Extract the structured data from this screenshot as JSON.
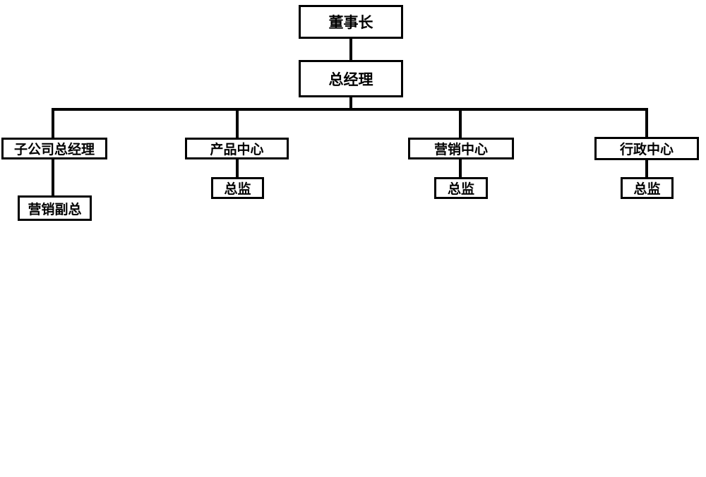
{
  "org": {
    "nodes": {
      "chairman": {
        "label": "董事长"
      },
      "general_manager": {
        "label": "总经理"
      },
      "subsidiary_gm": {
        "label": "子公司总经理"
      },
      "marketing_vp": {
        "label": "营销副总"
      },
      "product_center": {
        "label": "产品中心"
      },
      "product_director": {
        "label": "总监"
      },
      "marketing_center": {
        "label": "营销中心"
      },
      "marketing_director": {
        "label": "总监"
      },
      "admin_center": {
        "label": "行政中心"
      },
      "admin_director": {
        "label": "总监"
      }
    },
    "hierarchy": [
      {
        "from": "chairman",
        "to": "general_manager"
      },
      {
        "from": "general_manager",
        "to": "subsidiary_gm"
      },
      {
        "from": "general_manager",
        "to": "product_center"
      },
      {
        "from": "general_manager",
        "to": "marketing_center"
      },
      {
        "from": "general_manager",
        "to": "admin_center"
      },
      {
        "from": "subsidiary_gm",
        "to": "marketing_vp"
      },
      {
        "from": "product_center",
        "to": "product_director"
      },
      {
        "from": "marketing_center",
        "to": "marketing_director"
      },
      {
        "from": "admin_center",
        "to": "admin_director"
      }
    ],
    "colors": {
      "line": "#000000",
      "box_border": "#000000",
      "text": "#000000",
      "background": "#ffffff"
    }
  }
}
